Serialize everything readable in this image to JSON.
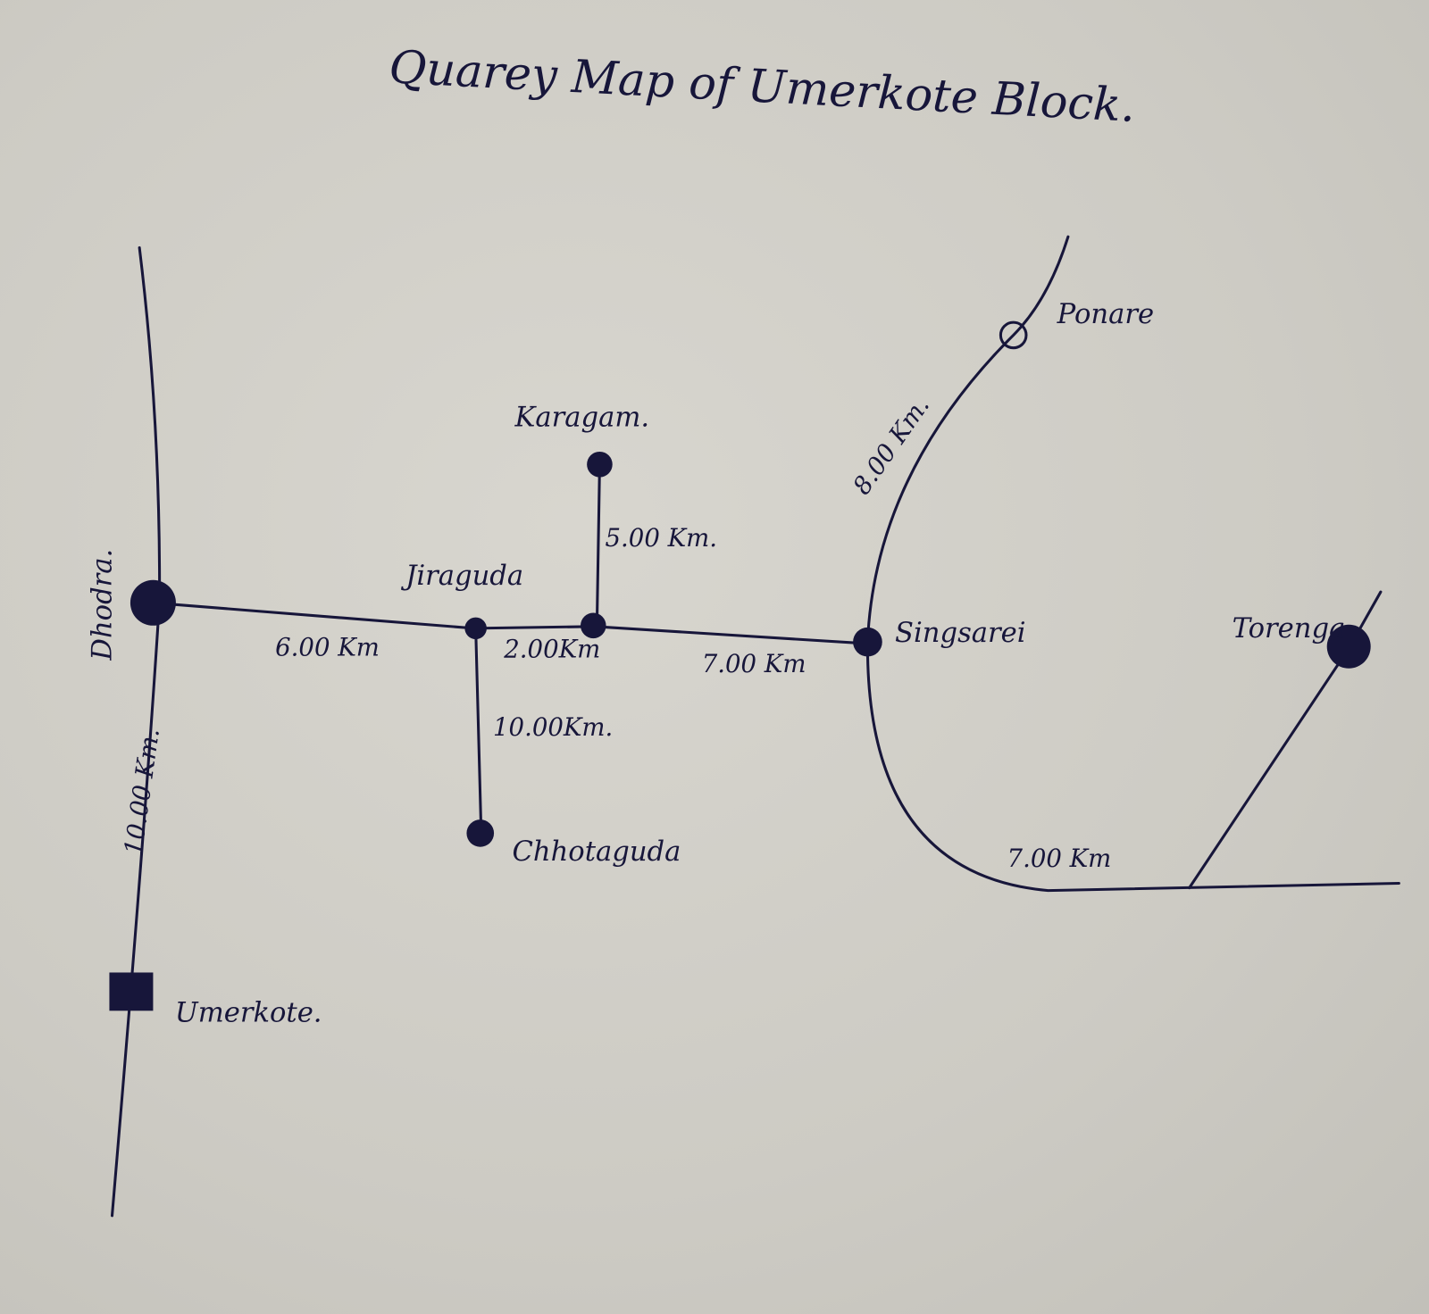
{
  "title": "Quarey Map of Umerkote Block.",
  "ink_color": "#17163a",
  "places": {
    "dhodra": "Dhodra.",
    "umerkote": "Umerkote.",
    "jiraguda": "Jiraguda",
    "karagam": "Karagam.",
    "chhotaguda": "Chhotaguda",
    "singsarei": "Singsarei",
    "ponare": "Ponare",
    "torenga": "Torenga"
  },
  "distances": {
    "dhodra_umerkote": "10.00 Km.",
    "dhodra_jiraguda": "6.00 Km",
    "jiraguda_karagam_junction": "2.00Km",
    "junction_karagam": "5.00 Km.",
    "jiraguda_chhotaguda": "10.00Km.",
    "junction_singsarei": "7.00 Km",
    "singsarei_ponare": "8.00 Km.",
    "singsarei_torenga": "7.00 Km"
  }
}
